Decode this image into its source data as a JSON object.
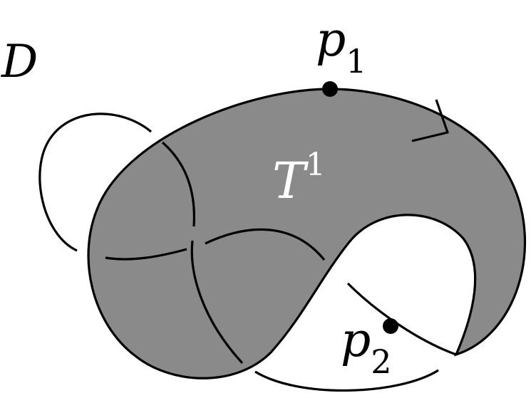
{
  "labels": {
    "D": "D",
    "T_base": "T",
    "T_sup": "1",
    "p1_base": "p",
    "p1_sub": "1",
    "p2_base": "p",
    "p2_sub": "2"
  },
  "colors": {
    "region_fill": "#8a8a8a",
    "stroke": "#000000",
    "background": "#ffffff",
    "light_label": "#ffffff",
    "dark_label": "#000000"
  }
}
